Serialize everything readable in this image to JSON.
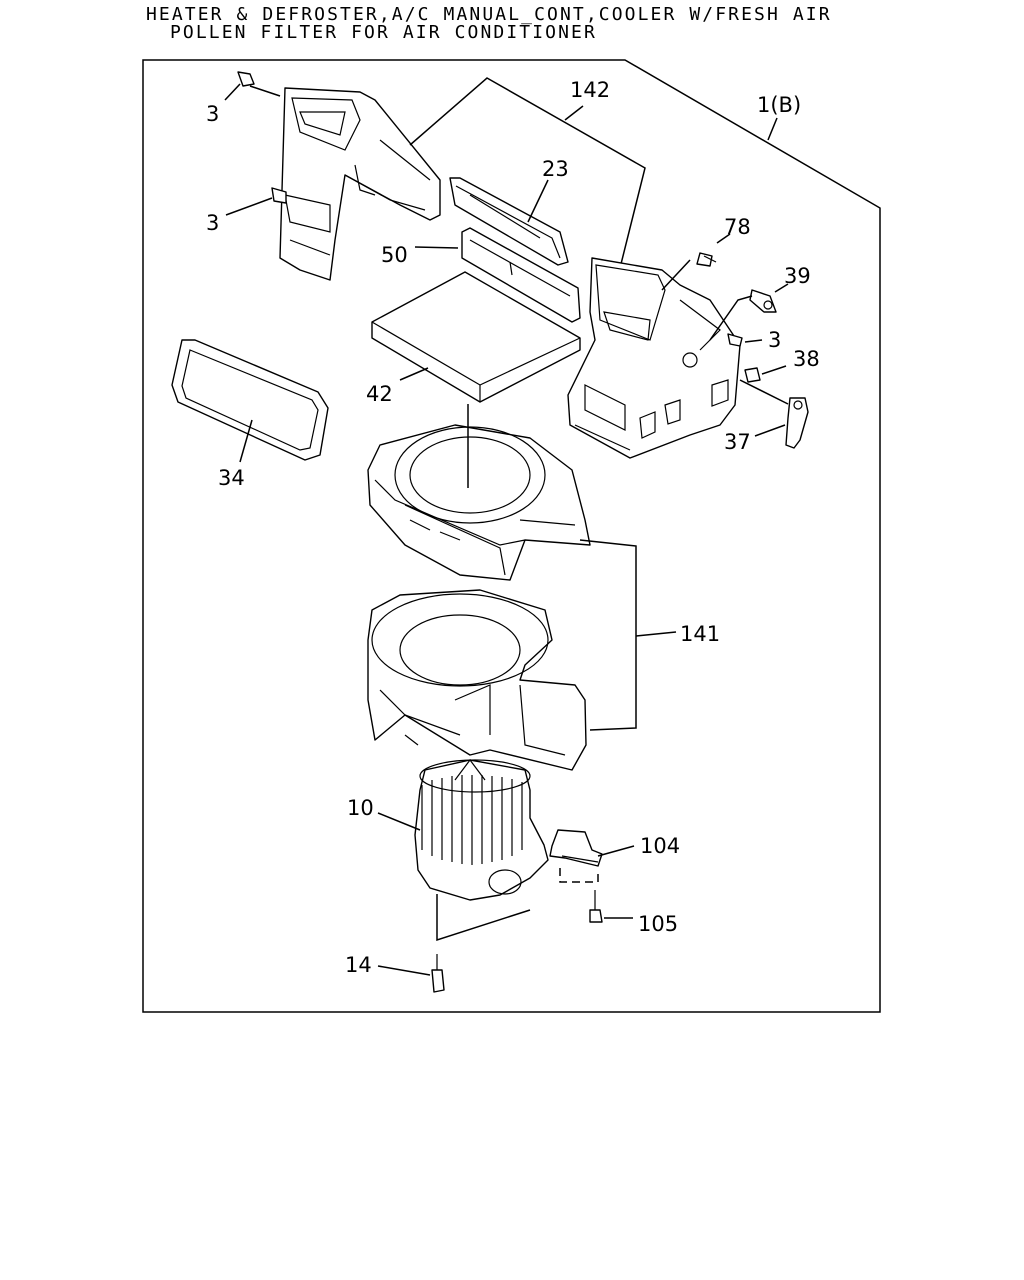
{
  "title": {
    "line1": "HEATER & DEFROSTER,A/C MANUAL_CONT,COOLER W/FRESH AIR",
    "line2": "POLLEN FILTER FOR AIR CONDITIONER"
  },
  "callouts": {
    "c3a": "3",
    "c3b": "3",
    "c3c": "3",
    "c142": "142",
    "c1b": "1(B)",
    "c23": "23",
    "c78": "78",
    "c50": "50",
    "c39": "39",
    "c42": "42",
    "c38": "38",
    "c34": "34",
    "c37": "37",
    "c141": "141",
    "c10": "10",
    "c104": "104",
    "c105": "105",
    "c14": "14"
  }
}
